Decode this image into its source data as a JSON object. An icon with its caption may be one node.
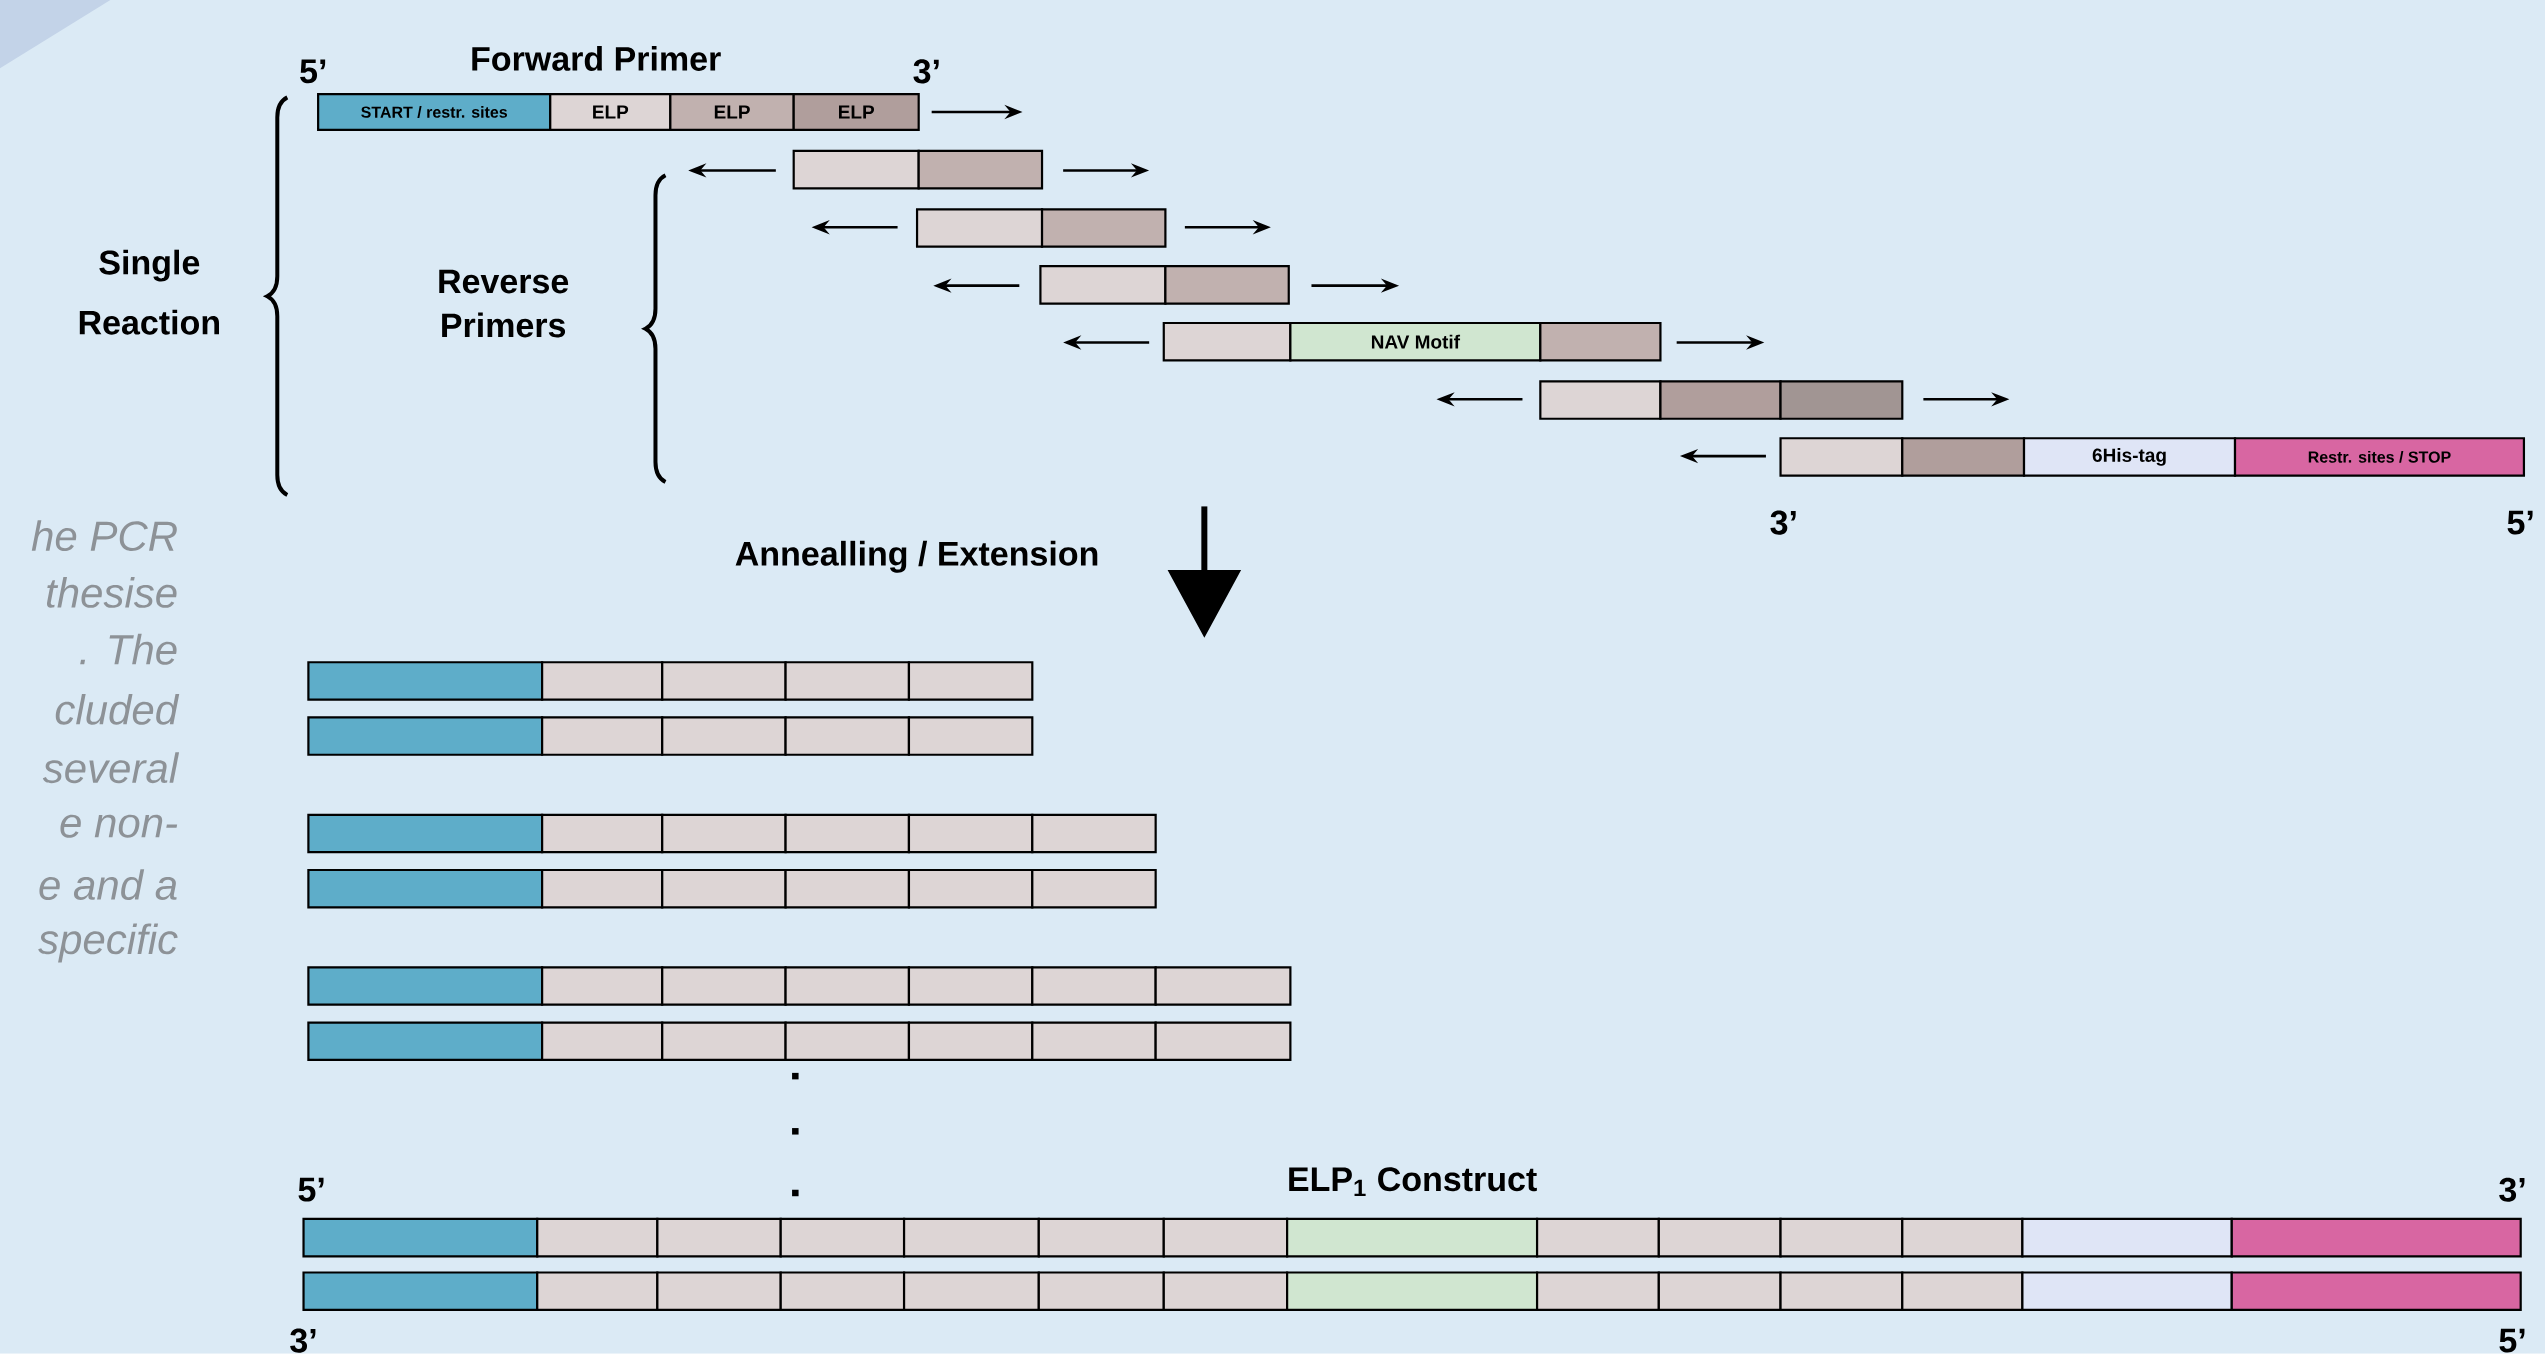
{
  "diagram": {
    "nodes": [
      {
        "text": [
          "START / restr. sites"
        ]
      },
      {
        "text": [
          "ELP"
        ]
      },
      {
        "text": [
          "ELP"
        ]
      },
      {
        "text": [
          "ELP"
        ]
      },
      {
        "text": [],
        "shape": "box"
      },
      {
        "text": [],
        "shape": "box"
      },
      {
        "text": [],
        "shape": "box"
      },
      {
        "text": [],
        "shape": "box"
      },
      {
        "text": [],
        "shape": "box"
      },
      {
        "text": [],
        "shape": "box"
      },
      {
        "text": [],
        "shape": "box"
      },
      {
        "text": [
          "NAV Motif"
        ]
      },
      {
        "text": [],
        "shape": "box"
      },
      {
        "text": [],
        "shape": "box"
      },
      {
        "text": [],
        "shape": "box"
      },
      {
        "text": [],
        "shape": "box"
      },
      {
        "text": [],
        "shape": "box"
      },
      {
        "text": [],
        "shape": "box"
      },
      {
        "text": [
          "6His-tag"
        ]
      },
      {
        "text": [
          "Restr. sites / STOP"
        ]
      },
      {
        "text": [],
        "shape": "box"
      },
      {
        "text": [],
        "shape": "box"
      },
      {
        "text": [],
        "shape": "box"
      },
      {
        "text": [],
        "shape": "box"
      },
      {
        "text": [],
        "shape": "box"
      },
      {
        "text": [],
        "shape": "box"
      },
      {
        "text": [],
        "shape": "box"
      },
      {
        "text": [],
        "shape": "box"
      },
      {
        "text": [],
        "shape": "box"
      },
      {
        "text": [],
        "shape": "box"
      },
      {
        "text": [],
        "shape": "box"
      },
      {
        "text": [],
        "shape": "box"
      },
      {
        "text": [],
        "shape": "box"
      },
      {
        "text": [],
        "shape": "box"
      },
      {
        "text": [],
        "shape": "box"
      },
      {
        "text": [],
        "shape": "box"
      },
      {
        "text": [],
        "shape": "box"
      },
      {
        "text": [],
        "shape": "box"
      },
      {
        "text": [],
        "shape": "box"
      },
      {
        "text": [],
        "shape": "box"
      },
      {
        "text": [],
        "shape": "box"
      },
      {
        "text": [],
        "shape": "box"
      },
      {
        "text": [],
        "shape": "box"
      },
      {
        "text": [],
        "shape": "box"
      },
      {
        "text": [],
        "shape": "box"
      },
      {
        "text": [],
        "shape": "box"
      },
      {
        "text": [],
        "shape": "box"
      },
      {
        "text": [],
        "shape": "box"
      },
      {
        "text": [],
        "shape": "box"
      },
      {
        "text": [],
        "shape": "box"
      },
      {
        "text": [],
        "shape": "box"
      },
      {
        "text": [],
        "shape": "box"
      },
      {
        "text": [],
        "shape": "box"
      },
      {
        "text": [],
        "shape": "box"
      },
      {
        "text": [],
        "shape": "box"
      },
      {
        "text": [],
        "shape": "box"
      },
      {
        "text": [],
        "shape": "box"
      },
      {
        "text": [],
        "shape": "box"
      },
      {
        "text": [],
        "shape": "box"
      },
      {
        "text": [],
        "shape": "box"
      },
      {
        "text": [],
        "shape": "box"
      },
      {
        "text": [],
        "shape": "box"
      },
      {
        "text": [],
        "shape": "box"
      },
      {
        "text": [],
        "shape": "box"
      },
      {
        "text": [],
        "shape": "box"
      },
      {
        "text": [],
        "shape": "box"
      },
      {
        "text": [],
        "shape": "box"
      },
      {
        "text": [],
        "shape": "box"
      },
      {
        "text": [],
        "shape": "box"
      },
      {
        "text": [],
        "shape": "box"
      },
      {
        "text": [],
        "shape": "box"
      },
      {
        "text": [],
        "shape": "box"
      },
      {
        "text": [],
        "shape": "box"
      },
      {
        "text": [],
        "shape": "box"
      },
      {
        "text": [],
        "shape": "box"
      },
      {
        "text": [],
        "shape": "box"
      },
      {
        "text": [],
        "shape": "box"
      },
      {
        "text": [],
        "shape": "box"
      },
      {
        "text": [],
        "shape": "box"
      },
      {
        "text": [],
        "shape": "box"
      },
      {
        "text": [],
        "shape": "box"
      },
      {
        "text": [],
        "shape": "box"
      },
      {
        "text": [],
        "shape": "box"
      },
      {
        "text": [],
        "shape": "box"
      }
    ],
    "labels": [
      "5’",
      "Forward Primer",
      "3’",
      "Single Reaction",
      "Reverse Primers",
      "3’",
      "5’",
      "Annealling / Extension",
      "5’",
      "ELP$_{1}$ Construct",
      "3’",
      "3’",
      "5’",
      "he PCR",
      "thesise",
      ". The",
      "cluded",
      "several",
      "e non-",
      "e and a",
      "specific"
    ]
  }
}
